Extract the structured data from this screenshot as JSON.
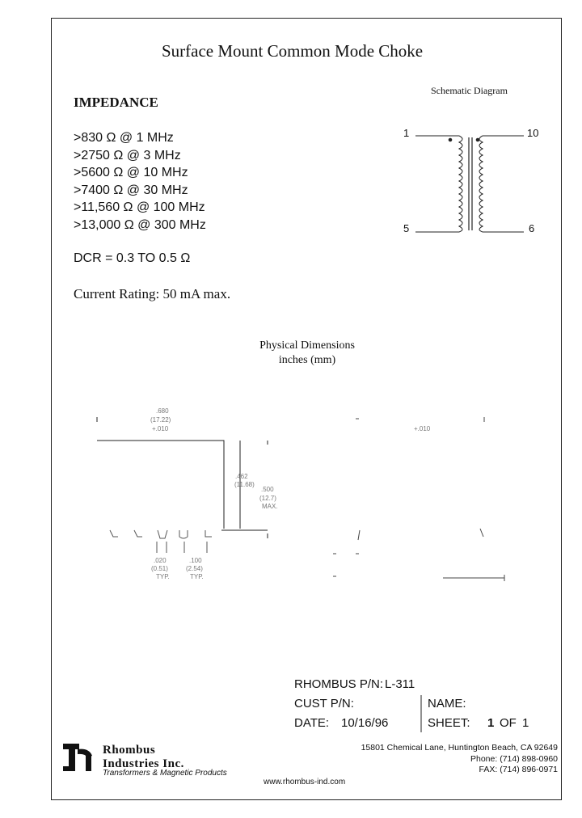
{
  "title": "Surface Mount Common Mode Choke",
  "impedance": {
    "heading": "IMPEDANCE",
    "lines": [
      ">830 Ω @ 1 MHz",
      ">2750 Ω @ 3 MHz",
      ">5600 Ω @ 10 MHz",
      ">7400 Ω @ 30 MHz",
      ">11,560 Ω @ 100 MHz",
      ">13,000 Ω @ 300 MHz"
    ]
  },
  "dcr": "DCR = 0.3 TO 0.5 Ω",
  "current_rating": "Current Rating: 50 mA   max.",
  "schematic": {
    "title": "Schematic Diagram",
    "pins": [
      "1",
      "10",
      "5",
      "6"
    ]
  },
  "physical": {
    "title": "Physical Dimensions",
    "units": "inches (mm)",
    "dims": {
      "width_in": ".680",
      "width_mm": "(17.22)",
      "width_tol": "+.010",
      "height_in": ".462",
      "height_mm": "(11.68)",
      "max_in": ".500",
      "max_mm": "(12.7)",
      "max_label": "MAX.",
      "pad_in": ".020",
      "pad_mm": "(0.51)",
      "pad_label": "TYP.",
      "pitch_in": ".100",
      "pitch_mm": "(2.54)",
      "pitch_label": "TYP.",
      "side_tol": "+.010"
    }
  },
  "title_block": {
    "part_label": "RHOMBUS P/N:",
    "part_value": "L-311",
    "cust_label": "CUST P/N:",
    "name_label": "NAME:",
    "date_label": "DATE:",
    "date_value": "10/16/96",
    "sheet_label": "SHEET:",
    "sheet_value": "1",
    "sheet_of": "OF",
    "sheet_total": "1"
  },
  "company": {
    "name_line1": "Rhombus",
    "name_line2": "Industries Inc.",
    "tagline": "Transformers & Magnetic Products",
    "address": "15801 Chemical Lane, Huntington Beach, CA 92649",
    "phone": "Phone:  (714) 898-0960",
    "fax": "FAX:  (714) 896-0971",
    "web": "www.rhombus-ind.com"
  }
}
